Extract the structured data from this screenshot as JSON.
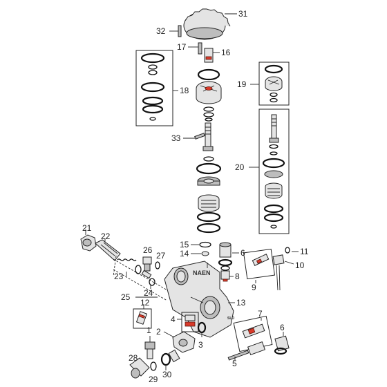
{
  "diagram": {
    "part_numbers": {
      "p1": "1",
      "p2": "2",
      "p3": "3",
      "p4": "4",
      "p5": "5",
      "p6a": "6",
      "p6b": "6",
      "p7": "7",
      "p8": "8",
      "p9": "9",
      "p10": "10",
      "p11": "11",
      "p12": "12",
      "p13": "13",
      "p14": "14",
      "p15": "15",
      "p16": "16",
      "p17": "17",
      "p18": "18",
      "p19": "19",
      "p20": "20",
      "p21": "21",
      "p22": "22",
      "p23": "23",
      "p24": "24",
      "p25": "25",
      "p26": "26",
      "p27": "27",
      "p28": "28",
      "p29": "29",
      "p30": "30",
      "p31": "31",
      "p32": "32",
      "p33": "33"
    },
    "body_embossing": "NAEN",
    "part_marking": "SLO"
  }
}
